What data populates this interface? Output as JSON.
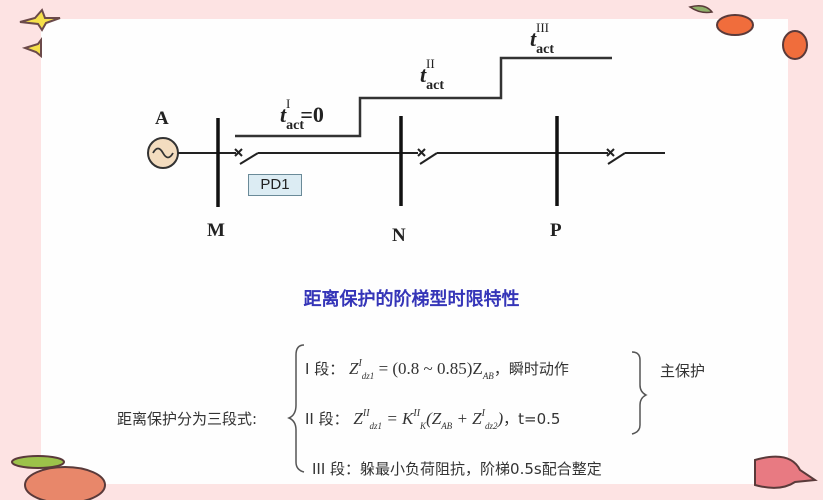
{
  "diagram": {
    "source_label": "A",
    "buses": [
      "M",
      "N",
      "P"
    ],
    "relay_label": "PD1",
    "time_steps": [
      {
        "symbol": "t",
        "subscript": "act",
        "superscript": "I",
        "suffix": "=0"
      },
      {
        "symbol": "t",
        "subscript": "act",
        "superscript": "II",
        "suffix": ""
      },
      {
        "symbol": "t",
        "subscript": "act",
        "superscript": "III",
        "suffix": ""
      }
    ]
  },
  "title": "距离保护的阶梯型时限特性",
  "formulas": {
    "intro": "距离保护分为三段式:",
    "zone1": {
      "prefix": "I 段：",
      "expr_lhs": "Z",
      "sup": "I",
      "sub": "dz1",
      "expr_rhs": "= (0.8 ~ 0.85)Z",
      "rhs_sub": "AB",
      "desc": "，瞬时动作"
    },
    "zone2": {
      "prefix": "II 段：",
      "expr_lhs": "Z",
      "sup": "II",
      "sub": "dz1",
      "expr_rhs_k": "= K",
      "k_sup": "II",
      "k_sub": "K",
      "expr_paren": "(Z",
      "paren_sub": "AB",
      "plus": " + Z",
      "plus_sup": "I",
      "plus_sub": "dz2",
      "close": ")",
      "time": "，t=0.5"
    },
    "zone3": {
      "prefix": "III 段：",
      "desc": "躲最小负荷阻抗，阶梯0.5s配合整定"
    },
    "group_label": "主保护"
  },
  "colors": {
    "background": "#fde3e3",
    "slide": "#fefefe",
    "title": "#3535b8",
    "relay_box": "#dcecf3",
    "source_fill": "#f3dcbf"
  }
}
